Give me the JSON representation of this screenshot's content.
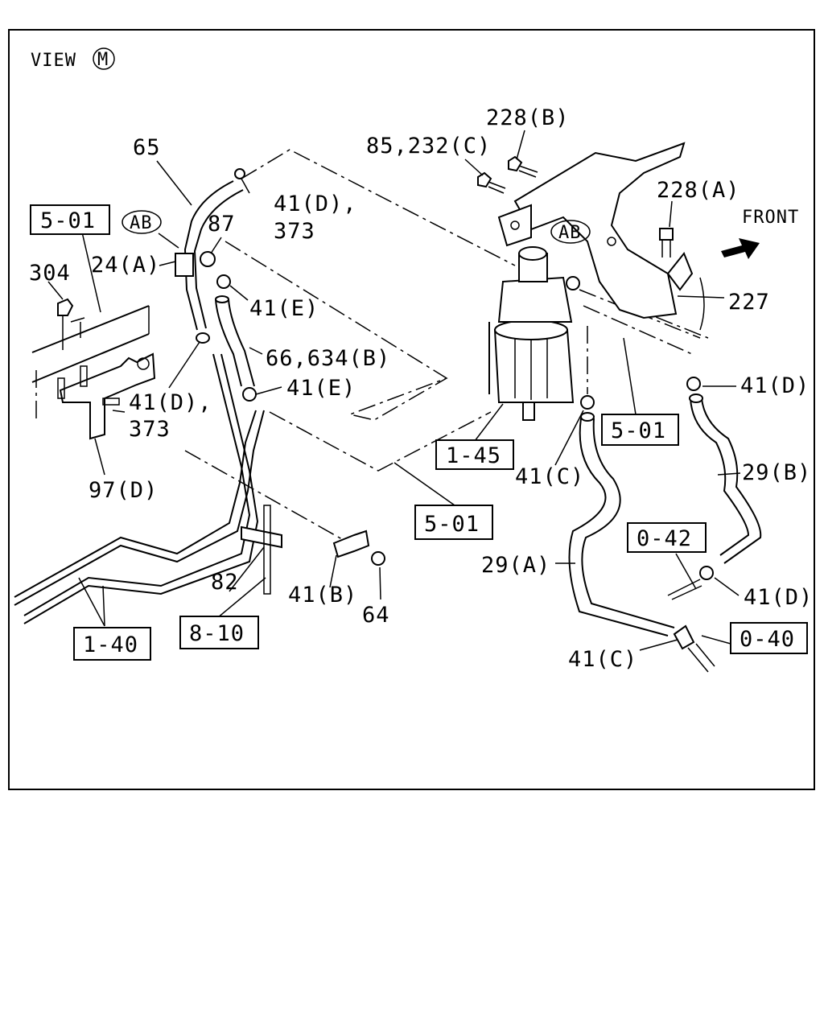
{
  "view": {
    "prefix": "VIEW",
    "letter": "M"
  },
  "front_label": "FRONT",
  "circle_labels": [
    "AB",
    "AB"
  ],
  "callouts": {
    "c65": "65",
    "c87": "87",
    "c24a": "24(A)",
    "c304": "304",
    "c41d_373_a_1": "41(D),",
    "c41d_373_a_2": "373",
    "c41e_1": "41(E)",
    "c66_634b": "66,634(B)",
    "c41e_2": "41(E)",
    "c41d_373_b_1": "41(D),",
    "c41d_373_b_2": "373",
    "c97d": "97(D)",
    "c82": "82",
    "c41b": "41(B)",
    "c64": "64",
    "c228b": "228(B)",
    "c85_232c": "85,232(C)",
    "c228a": "228(A)",
    "c227": "227",
    "c41d_r1": "41(D)",
    "c29b": "29(B)",
    "c41c_1": "41(C)",
    "c29a": "29(A)",
    "c41d_r2": "41(D)",
    "c41c_2": "41(C)"
  },
  "ref_boxes": {
    "r501_a": "5-01",
    "r145": "1-45",
    "r501_b": "5-01",
    "r501_c": "5-01",
    "r140": "1-40",
    "r810": "8-10",
    "r042": "0-42",
    "r040": "0-40"
  }
}
